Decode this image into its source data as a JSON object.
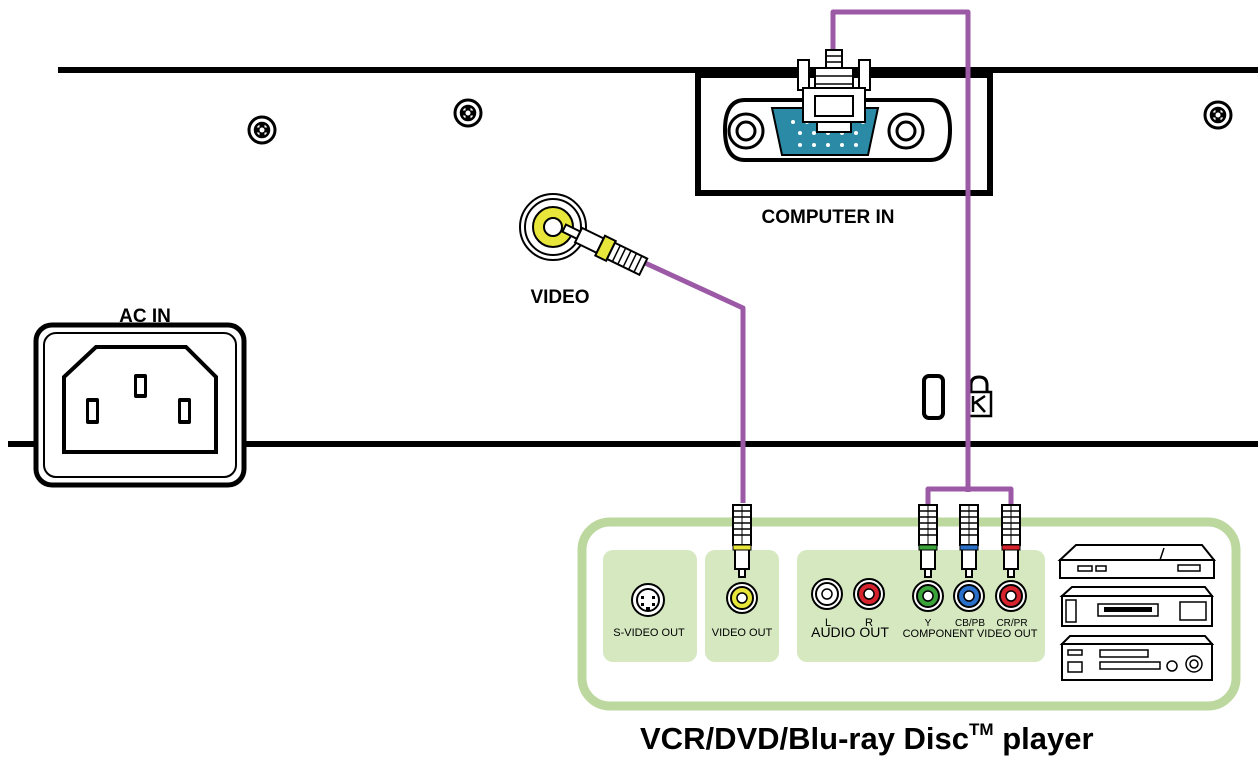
{
  "panel": {
    "ac_in_label": "AC IN",
    "video_label": "VIDEO",
    "computer_in_label": "COMPUTER IN"
  },
  "player": {
    "title_main": "VCR/DVD/Blu-ray Disc",
    "title_tm": "TM",
    "title_suffix": " player",
    "svideo_out_label": "S-VIDEO OUT",
    "video_out_label": "VIDEO OUT",
    "audio_l_label": "L",
    "audio_r_label": "R",
    "audio_out_label": "AUDIO OUT",
    "comp_y_label": "Y",
    "comp_cb_label": "CB/PB",
    "comp_cr_label": "CR/PR",
    "component_out_label": "COMPONENT VIDEO OUT"
  },
  "colors": {
    "cable": "#9b59a6",
    "player_border": "#bcd89e",
    "player_section": "#d5e8c0",
    "vga_blue": "#2b8aa6",
    "rca_yellow": "#e8e63a",
    "rca_red": "#d7232e",
    "rca_green": "#3aa33a",
    "rca_blue": "#2a6fc9"
  }
}
